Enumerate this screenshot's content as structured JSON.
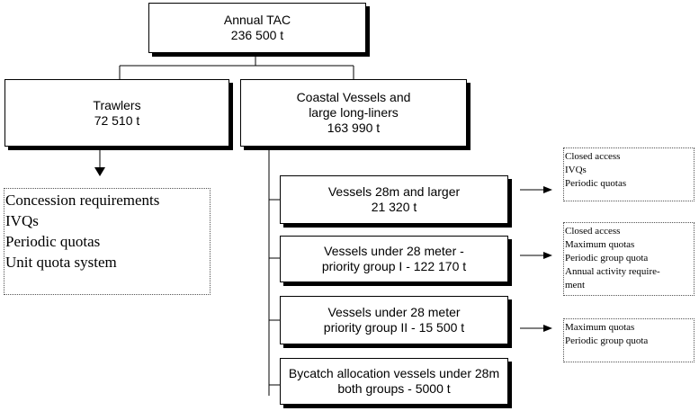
{
  "root": {
    "title": "Annual TAC",
    "amount": "236 500 t"
  },
  "trawlers": {
    "title": "Trawlers",
    "amount": "72 510 t"
  },
  "coastal": {
    "line1": "Coastal Vessels and",
    "line2": "large long-liners",
    "amount": "163 990 t"
  },
  "trawler_requirements": [
    "Concession requirements",
    "IVQs",
    "Periodic quotas",
    "Unit quota system"
  ],
  "subgroups": [
    {
      "line1": "Vessels 28m and larger",
      "line2": "21 320 t"
    },
    {
      "line1": "Vessels under 28 meter -",
      "line2": "priority group I  -  122 170 t"
    },
    {
      "line1": "Vessels under 28 meter",
      "line2": "priority group II  -  15 500 t"
    },
    {
      "line1": "Bycatch allocation vessels under 28m",
      "line2": "both groups  -  5000 t"
    }
  ],
  "subgroup_notes": [
    [
      "Closed access",
      "IVQs",
      "Periodic quotas"
    ],
    [
      "Closed access",
      "Maximum quotas",
      "Periodic group quota",
      "Annual activity require-",
      "ment"
    ],
    [
      "Maximum quotas",
      "Periodic group quota"
    ]
  ]
}
